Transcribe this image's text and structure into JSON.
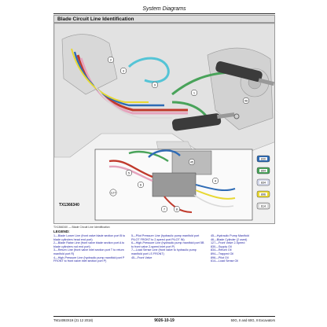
{
  "header": {
    "section": "System Diagrams"
  },
  "figure": {
    "title": "Blade Circuit Line Identification",
    "code1": "TX1366340",
    "callouts": [
      "2",
      "3",
      "9",
      "127",
      "5",
      "6",
      "1",
      "4",
      "45",
      "8",
      "7",
      "46"
    ],
    "swatches": [
      {
        "label": "830",
        "color": "#2e6bb5"
      },
      {
        "label": "894",
        "color": "#49a35a"
      },
      {
        "label": "834",
        "color": "#d4d8ea"
      },
      {
        "label": "896",
        "color": "#e8d833"
      },
      {
        "label": "614",
        "color": "#d9d9d9"
      }
    ]
  },
  "legend": {
    "caption": "TX1366340 — Blade Circuit Line Identification",
    "label": "LEGEND:",
    "col1": [
      "1—Blade Lower Line (front valve blade section port B to blade cylinders head end port)",
      "2—Blade Raise Line (front valve blade section port A to blade cylinders rod end port)",
      "3—Return Line (front valve inlet section port T to return manifold port R)",
      "4—High-Pressure Line (hydraulic pump manifold port P FRONT to front valve inlet section port P)"
    ],
    "col2": [
      "5—Pilot Pressure Line (hydraulic pump manifold port PILOT FRONT to 2-speed port PILOT IN)",
      "6—High-Pressure Line (hydraulic pump manifold port 5B to front valve 2-speed inlet port P)",
      "7—Load Sense Line (front valve to hydraulic pump manifold port LS FRONT)",
      "45—Front Valve"
    ],
    "col3": [
      "45—Hydraulic Pump Manifold",
      "46—Blade Cylinder (2 used)",
      "127—Front Valve 2-Speed",
      "830—Supply Oil",
      "834—Return Oil",
      "894—Trapped Oil",
      "896—Pilot Oil",
      "614—Load Sense Oil"
    ]
  },
  "footer": {
    "left": "TM14093X19 (21 12 2018)",
    "center": "9026-10-19",
    "right": "50G, II and 60G, II Excavators"
  }
}
